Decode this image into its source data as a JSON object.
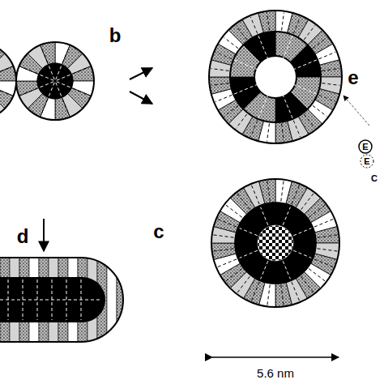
{
  "diagram": {
    "labels": [
      "b",
      "e",
      "d",
      "c",
      "5.6 nm",
      "E",
      "E",
      "C"
    ]
  }
}
